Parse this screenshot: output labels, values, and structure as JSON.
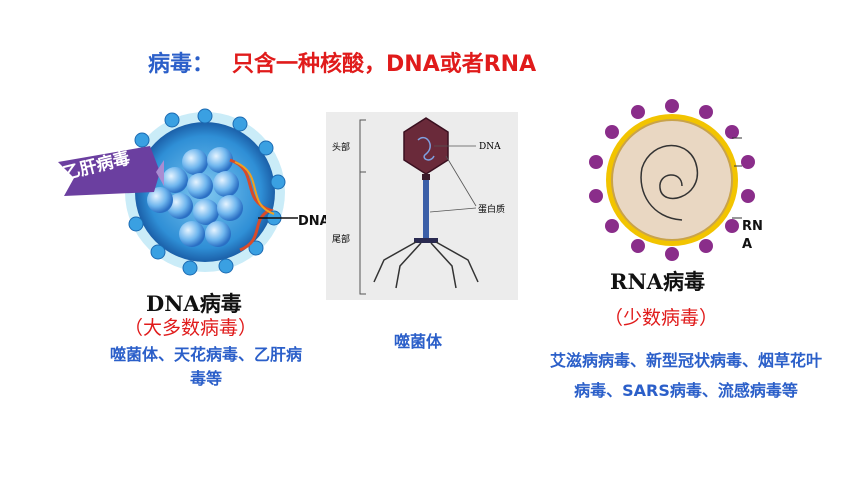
{
  "headline": {
    "key": "病毒：",
    "value": "只含一种核酸，DNA或者RNA"
  },
  "dna_virus": {
    "image_badge": "乙肝病毒",
    "pointer_label": "DNA",
    "title": "DNA病毒",
    "note": "（大多数病毒）",
    "examples": "噬菌体、天花病毒、乙肝病毒等"
  },
  "phage": {
    "diagram_labels": {
      "head": "头部",
      "tail": "尾部",
      "dna": "DNA",
      "protein": "蛋白质"
    },
    "caption": "噬菌体"
  },
  "rna_virus": {
    "pointer_label": "RNA",
    "title": "RNA病毒",
    "note": "（少数病毒）",
    "examples": "艾滋病病毒、新型冠状病毒、烟草花叶病毒、SARS病毒、流感病毒等"
  },
  "colors": {
    "heading_blue": "#2b5fc9",
    "emphasis_red": "#e01b1b",
    "hbv_purple": "#6b3fa0"
  }
}
